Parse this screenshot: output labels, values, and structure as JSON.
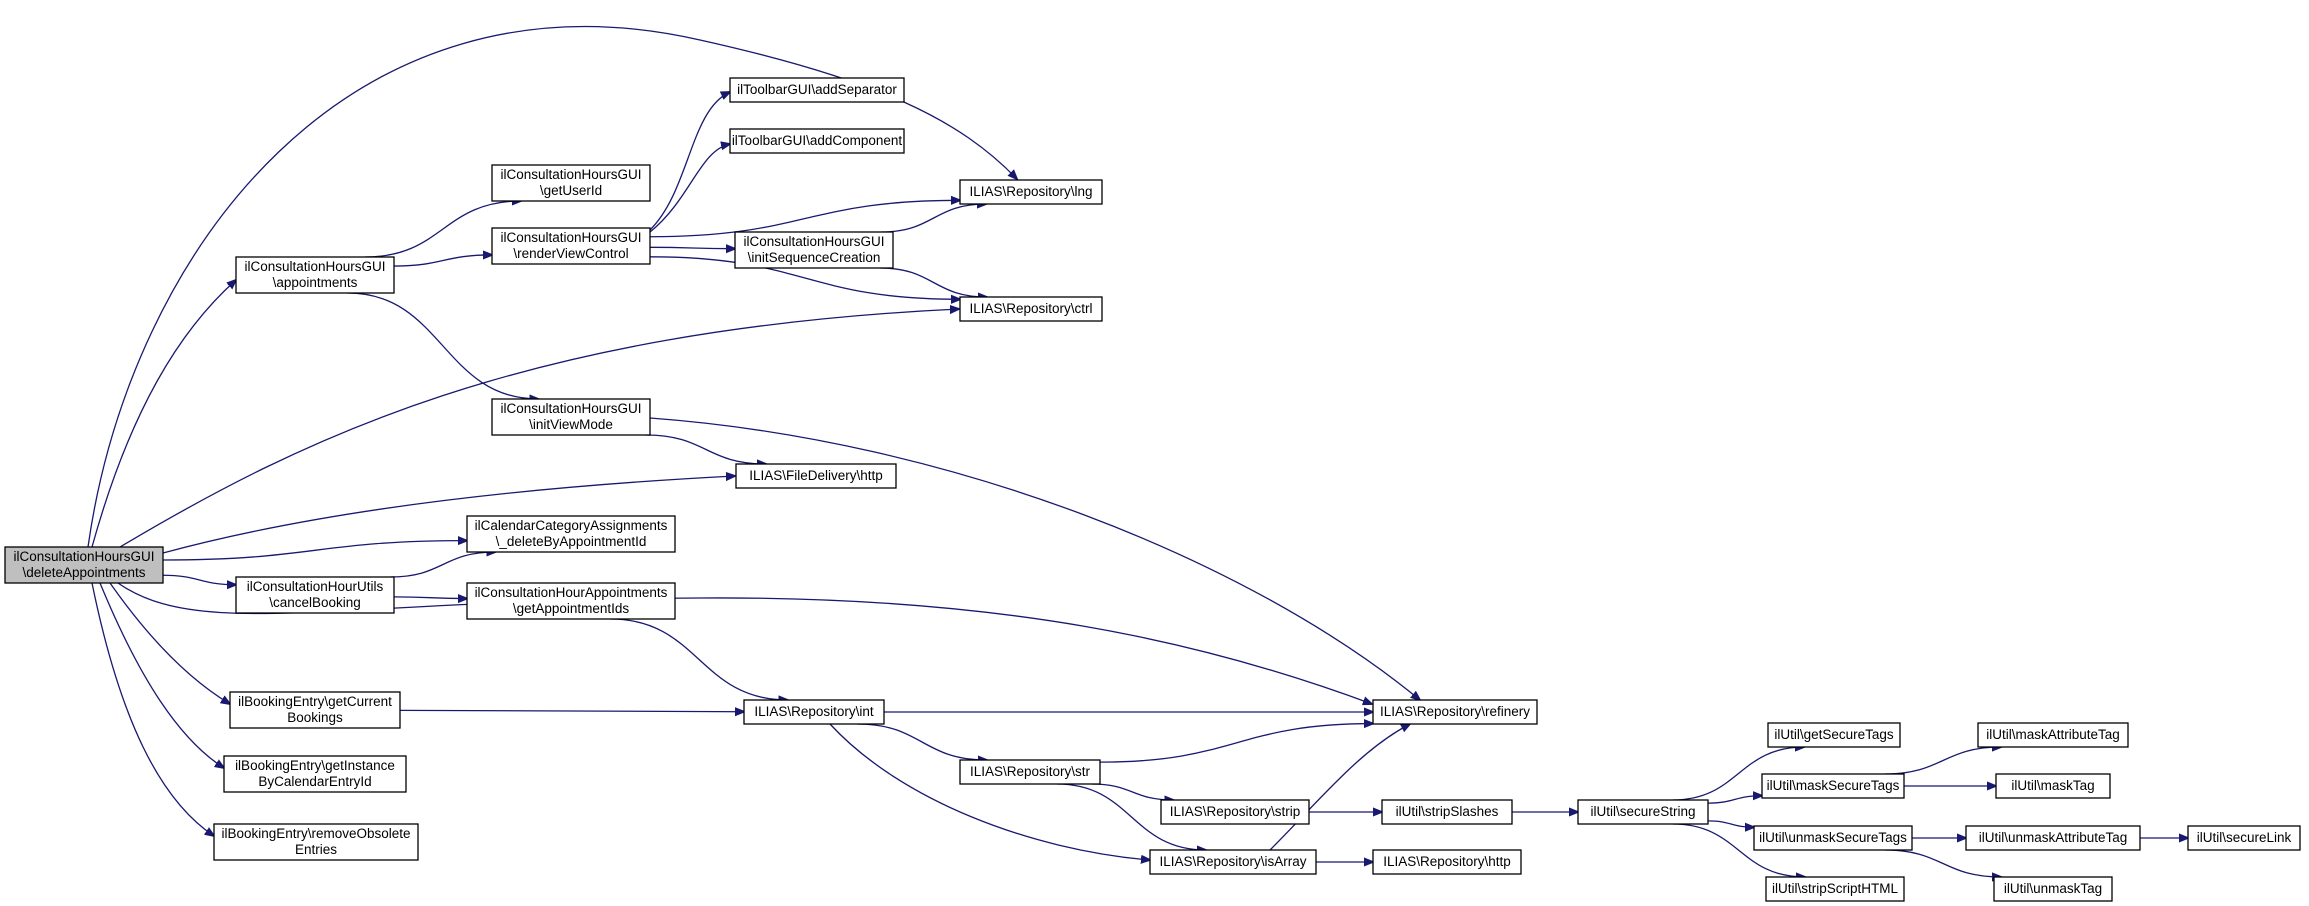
{
  "colors": {
    "edge": "#191970",
    "node_fill": "#ffffff",
    "root_fill": "#bfbfbf",
    "node_stroke": "#000000"
  },
  "nodes": [
    {
      "id": "root",
      "lines": [
        "ilConsultationHoursGUI",
        "\\deleteAppointments"
      ],
      "highlight": true
    },
    {
      "id": "appointments",
      "lines": [
        "ilConsultationHoursGUI",
        "\\appointments"
      ]
    },
    {
      "id": "getUserId",
      "lines": [
        "ilConsultationHoursGUI",
        "\\getUserId"
      ]
    },
    {
      "id": "renderViewControl",
      "lines": [
        "ilConsultationHoursGUI",
        "\\renderViewControl"
      ]
    },
    {
      "id": "initViewMode",
      "lines": [
        "ilConsultationHoursGUI",
        "\\initViewMode"
      ]
    },
    {
      "id": "deleteByAppointmentId",
      "lines": [
        "ilCalendarCategoryAssignments",
        "\\_deleteByAppointmentId"
      ]
    },
    {
      "id": "cancelBooking",
      "lines": [
        "ilConsultationHourUtils",
        "\\cancelBooking"
      ]
    },
    {
      "id": "getAppointmentIds",
      "lines": [
        "ilConsultationHourAppointments",
        "\\getAppointmentIds"
      ]
    },
    {
      "id": "getCurrentBookings",
      "lines": [
        "ilBookingEntry\\getCurrent",
        "Bookings"
      ]
    },
    {
      "id": "getInstanceByCalendarEntryId",
      "lines": [
        "ilBookingEntry\\getInstance",
        "ByCalendarEntryId"
      ]
    },
    {
      "id": "removeObsoleteEntries",
      "lines": [
        "ilBookingEntry\\removeObsolete",
        "Entries"
      ]
    },
    {
      "id": "addSeparator",
      "lines": [
        "ilToolbarGUI\\addSeparator"
      ]
    },
    {
      "id": "addComponent",
      "lines": [
        "ilToolbarGUI\\addComponent"
      ]
    },
    {
      "id": "initSequenceCreation",
      "lines": [
        "ilConsultationHoursGUI",
        "\\initSequenceCreation"
      ]
    },
    {
      "id": "fileDeliveryHttp",
      "lines": [
        "ILIAS\\FileDelivery\\http"
      ]
    },
    {
      "id": "repoInt",
      "lines": [
        "ILIAS\\Repository\\int"
      ]
    },
    {
      "id": "repoLng",
      "lines": [
        "ILIAS\\Repository\\lng"
      ]
    },
    {
      "id": "repoCtrl",
      "lines": [
        "ILIAS\\Repository\\ctrl"
      ]
    },
    {
      "id": "repoStr",
      "lines": [
        "ILIAS\\Repository\\str"
      ]
    },
    {
      "id": "repoStrip",
      "lines": [
        "ILIAS\\Repository\\strip"
      ]
    },
    {
      "id": "repoIsArray",
      "lines": [
        "ILIAS\\Repository\\isArray"
      ]
    },
    {
      "id": "repoRefinery",
      "lines": [
        "ILIAS\\Repository\\refinery"
      ]
    },
    {
      "id": "repoHttp",
      "lines": [
        "ILIAS\\Repository\\http"
      ]
    },
    {
      "id": "stripSlashes",
      "lines": [
        "ilUtil\\stripSlashes"
      ]
    },
    {
      "id": "secureString",
      "lines": [
        "ilUtil\\secureString"
      ]
    },
    {
      "id": "getSecureTags",
      "lines": [
        "ilUtil\\getSecureTags"
      ]
    },
    {
      "id": "maskSecureTags",
      "lines": [
        "ilUtil\\maskSecureTags"
      ]
    },
    {
      "id": "unmaskSecureTags",
      "lines": [
        "ilUtil\\unmaskSecureTags"
      ]
    },
    {
      "id": "stripScriptHTML",
      "lines": [
        "ilUtil\\stripScriptHTML"
      ]
    },
    {
      "id": "maskAttributeTag",
      "lines": [
        "ilUtil\\maskAttributeTag"
      ]
    },
    {
      "id": "maskTag",
      "lines": [
        "ilUtil\\maskTag"
      ]
    },
    {
      "id": "unmaskAttributeTag",
      "lines": [
        "ilUtil\\unmaskAttributeTag"
      ]
    },
    {
      "id": "unmaskTag",
      "lines": [
        "ilUtil\\unmaskTag"
      ]
    },
    {
      "id": "secureLink",
      "lines": [
        "ilUtil\\secureLink"
      ]
    }
  ],
  "edges": [
    {
      "from": "root",
      "to": "repoLng"
    },
    {
      "from": "root",
      "to": "appointments"
    },
    {
      "from": "root",
      "to": "repoCtrl"
    },
    {
      "from": "root",
      "to": "fileDeliveryHttp"
    },
    {
      "from": "root",
      "to": "deleteByAppointmentId"
    },
    {
      "from": "root",
      "to": "cancelBooking"
    },
    {
      "from": "root",
      "to": "repoRefinery"
    },
    {
      "from": "root",
      "to": "getCurrentBookings"
    },
    {
      "from": "root",
      "to": "getInstanceByCalendarEntryId"
    },
    {
      "from": "root",
      "to": "removeObsoleteEntries"
    },
    {
      "from": "appointments",
      "to": "getUserId"
    },
    {
      "from": "appointments",
      "to": "renderViewControl"
    },
    {
      "from": "appointments",
      "to": "initViewMode"
    },
    {
      "from": "renderViewControl",
      "to": "addSeparator"
    },
    {
      "from": "renderViewControl",
      "to": "addComponent"
    },
    {
      "from": "renderViewControl",
      "to": "repoLng"
    },
    {
      "from": "renderViewControl",
      "to": "initSequenceCreation"
    },
    {
      "from": "renderViewControl",
      "to": "repoCtrl"
    },
    {
      "from": "initSequenceCreation",
      "to": "repoLng"
    },
    {
      "from": "initSequenceCreation",
      "to": "repoCtrl"
    },
    {
      "from": "initViewMode",
      "to": "fileDeliveryHttp"
    },
    {
      "from": "initViewMode",
      "to": "repoRefinery"
    },
    {
      "from": "cancelBooking",
      "to": "deleteByAppointmentId"
    },
    {
      "from": "cancelBooking",
      "to": "getAppointmentIds"
    },
    {
      "from": "getAppointmentIds",
      "to": "repoInt"
    },
    {
      "from": "getCurrentBookings",
      "to": "repoInt"
    },
    {
      "from": "repoInt",
      "to": "repoRefinery"
    },
    {
      "from": "repoInt",
      "to": "repoStr"
    },
    {
      "from": "repoInt",
      "to": "repoIsArray"
    },
    {
      "from": "repoStr",
      "to": "repoRefinery"
    },
    {
      "from": "repoStr",
      "to": "repoStrip"
    },
    {
      "from": "repoStr",
      "to": "repoIsArray"
    },
    {
      "from": "repoIsArray",
      "to": "repoRefinery"
    },
    {
      "from": "repoIsArray",
      "to": "repoHttp"
    },
    {
      "from": "repoStrip",
      "to": "stripSlashes"
    },
    {
      "from": "stripSlashes",
      "to": "secureString"
    },
    {
      "from": "secureString",
      "to": "getSecureTags"
    },
    {
      "from": "secureString",
      "to": "maskSecureTags"
    },
    {
      "from": "secureString",
      "to": "unmaskSecureTags"
    },
    {
      "from": "secureString",
      "to": "stripScriptHTML"
    },
    {
      "from": "maskSecureTags",
      "to": "maskAttributeTag"
    },
    {
      "from": "maskSecureTags",
      "to": "maskTag"
    },
    {
      "from": "unmaskSecureTags",
      "to": "unmaskAttributeTag"
    },
    {
      "from": "unmaskSecureTags",
      "to": "unmaskTag"
    },
    {
      "from": "unmaskAttributeTag",
      "to": "secureLink"
    }
  ]
}
